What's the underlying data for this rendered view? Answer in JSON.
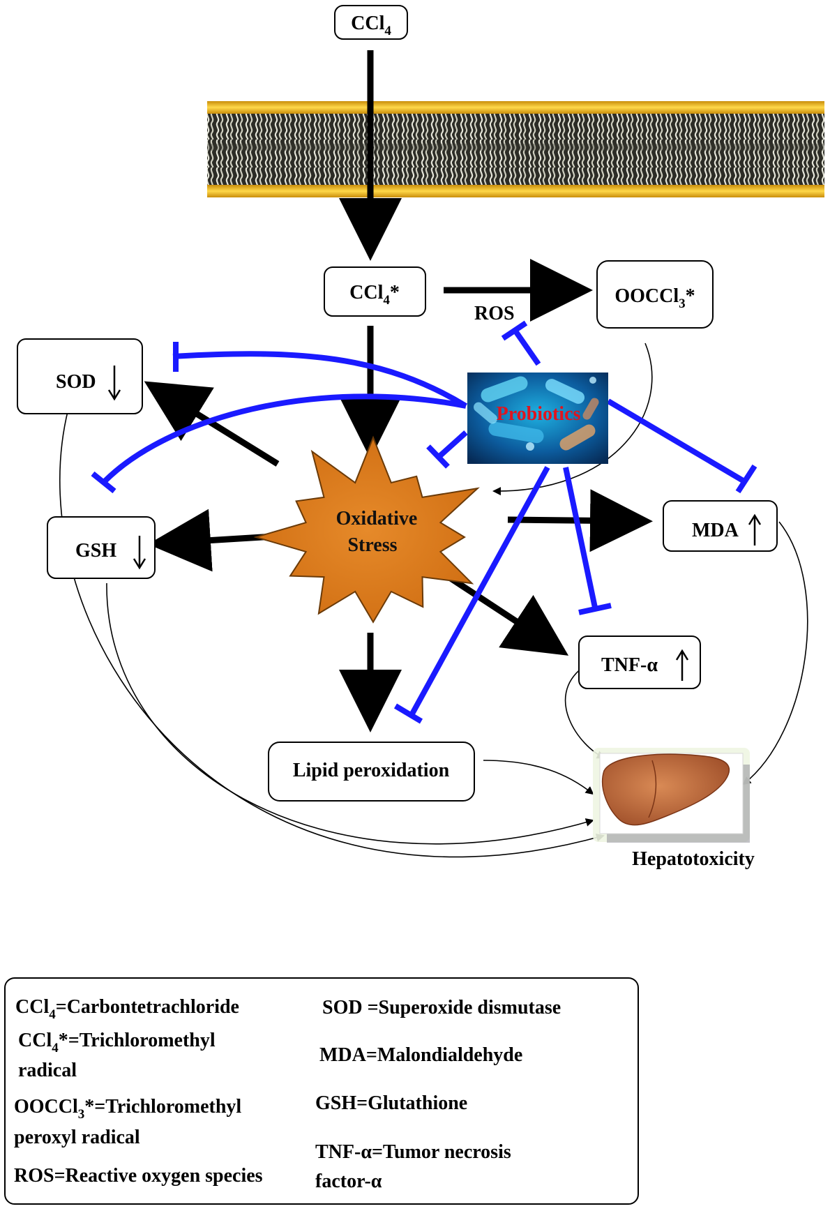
{
  "nodes": {
    "ccl4": {
      "base": "CCl",
      "sub": "4",
      "suffix": ""
    },
    "ccl4_radical": {
      "base": "CCl",
      "sub": "4",
      "suffix": "*"
    },
    "ooccl3": {
      "base": "OOCCl",
      "sub": "3",
      "suffix": "*"
    },
    "ros": "ROS",
    "sod": "SOD",
    "gsh": "GSH",
    "mda": "MDA",
    "tnf": "TNF-α",
    "oxidative_stress": [
      "Oxidative",
      "Stress"
    ],
    "probiotics": "Probiotics",
    "lipid_peroxidation": "Lipid peroxidation",
    "hepatotoxicity": "Hepatotoxicity"
  },
  "legend": {
    "left": [
      {
        "base": "CCl",
        "sub": "4",
        "rest": "=Carbontetrachloride"
      },
      {
        "base": "CCl",
        "sub": "4",
        "rest": "*=Trichloromethyl"
      },
      {
        "base": "",
        "sub": "",
        "rest": "radical"
      },
      {
        "base": "OOCCl",
        "sub": "3",
        "rest": "*=Trichloromethyl"
      },
      {
        "base": "",
        "sub": "",
        "rest": "peroxyl radical"
      },
      {
        "base": "",
        "sub": "",
        "rest": "ROS=Reactive oxygen species"
      }
    ],
    "right": [
      "SOD =Superoxide dismutase",
      "MDA=Malondialdehyde",
      "GSH=Glutathione",
      "TNF-α=Tumor necrosis",
      "factor-α"
    ]
  },
  "colors": {
    "activation": "#000000",
    "inhibition": "#1a1aff",
    "stress_fill": "#d9791a",
    "membrane_head": "#e8b317",
    "probiotics_label": "#e0141e"
  }
}
